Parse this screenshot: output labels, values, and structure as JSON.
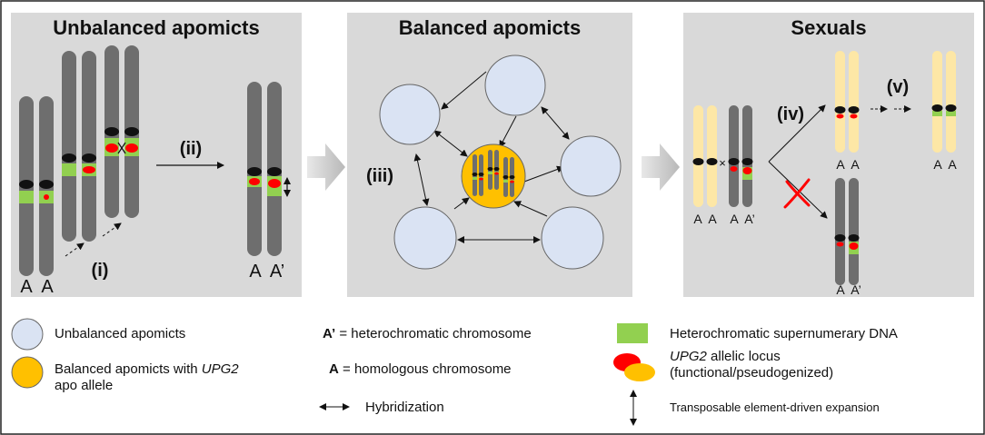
{
  "panels": {
    "unbalanced": {
      "title": "Unbalanced apomicts"
    },
    "balanced": {
      "title": "Balanced apomicts"
    },
    "sexuals": {
      "title": "Sexuals"
    }
  },
  "steps": {
    "i": "(i)",
    "ii": "(ii)",
    "iii": "(iii)",
    "iv": "(iv)",
    "v": "(v)"
  },
  "chrom_labels": {
    "A": "A",
    "A_prime": "A’"
  },
  "cross_symbol": "×",
  "legend": {
    "unbalanced": "Unbalanced apomicts",
    "balanced_pre": "Balanced apomicts with ",
    "balanced_gene": "UPG2",
    "balanced_post": "apo allele",
    "aprime_key": "A’",
    "aprime_text": " = heterochromatic chromosome",
    "a_key": "A",
    "a_text": " = homologous chromosome",
    "hybridization": "Hybridization",
    "supernumerary": "Heterochromatic supernumerary DNA",
    "upg2_gene": "UPG2",
    "upg2_text": " allelic locus",
    "upg2_sub": "(functional/pseudogenized)",
    "transposable": "Transposable element-driven expansion"
  },
  "colors": {
    "panel_bg": "#d9d9d9",
    "chromosome_dark": "#6e6e6e",
    "chromosome_light": "#fde7a6",
    "centromere": "#111111",
    "supernumerary_green": "#92d050",
    "allele_red": "#ff0000",
    "allele_orange": "#ffc000",
    "circle_blue": "#dae3f3",
    "circle_orange": "#ffc000",
    "cross_red": "#ff0000",
    "big_arrow": "#c8c8c8"
  }
}
